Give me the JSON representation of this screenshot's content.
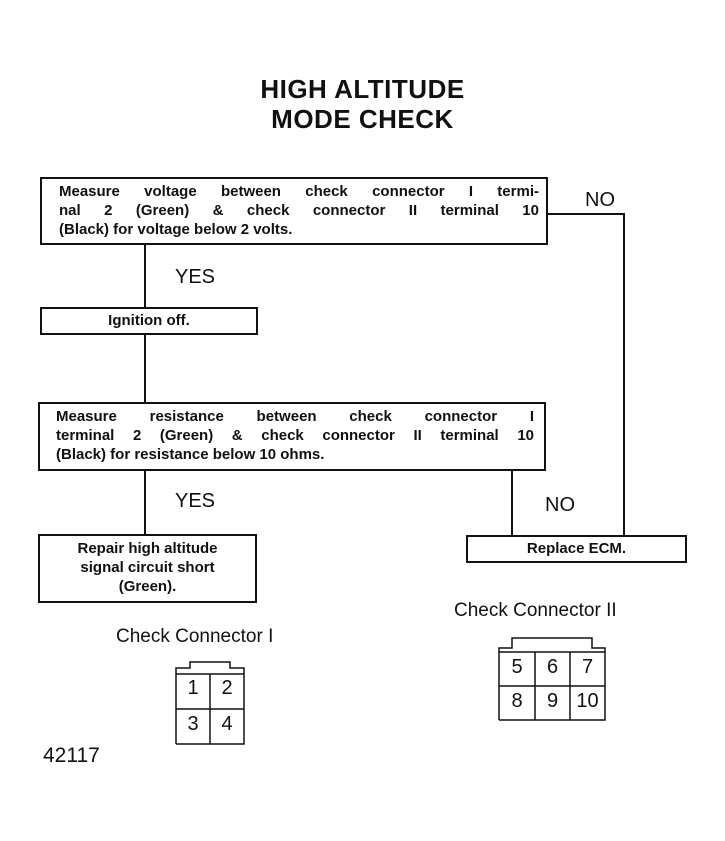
{
  "title": {
    "line1": "HIGH ALTITUDE",
    "line2": "MODE CHECK"
  },
  "steps": {
    "measure_voltage": {
      "lines": [
        "Measure voltage between check connector I termi-",
        "nal 2 (Green) & check connector II terminal 10",
        "(Black) for voltage below 2 volts."
      ]
    },
    "ignition_off": {
      "text": "Ignition off."
    },
    "measure_resistance": {
      "lines": [
        "Measure resistance between check connector I",
        "terminal 2 (Green) & check connector II terminal 10",
        "(Black) for resistance below 10 ohms."
      ]
    },
    "repair_short": {
      "lines": [
        "Repair high altitude",
        "signal circuit short",
        "(Green)."
      ]
    },
    "replace_ecm": {
      "text": "Replace ECM."
    }
  },
  "branch_labels": {
    "yes_1": "YES",
    "no_1": "NO",
    "yes_2": "YES",
    "no_2": "NO"
  },
  "connectors": {
    "connector_1": {
      "label": "Check Connector I",
      "terminals": [
        "1",
        "2",
        "3",
        "4"
      ]
    },
    "connector_2": {
      "label": "Check Connector II",
      "terminals": [
        "5",
        "6",
        "7",
        "8",
        "9",
        "10"
      ]
    }
  },
  "figure_number": "42117"
}
